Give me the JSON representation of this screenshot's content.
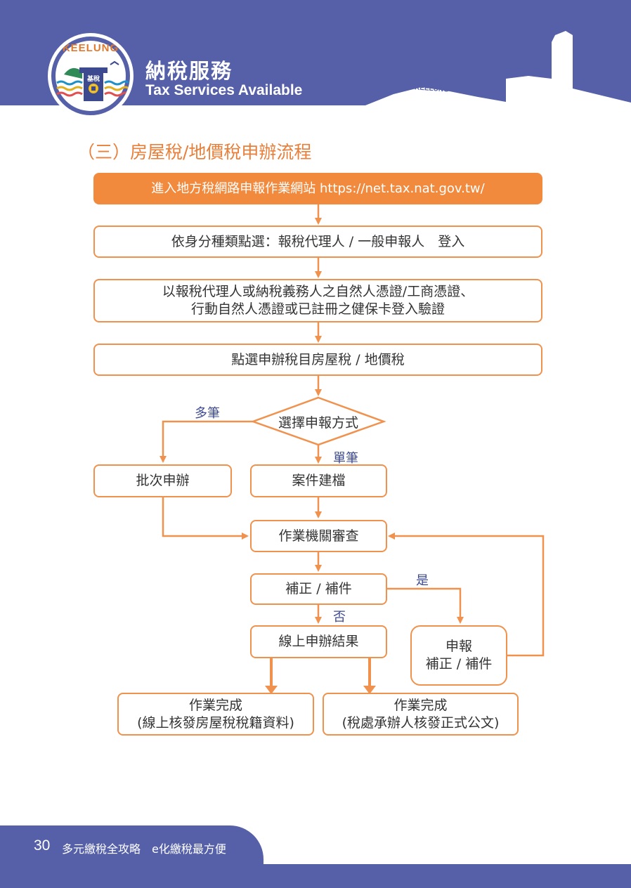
{
  "header": {
    "logo_text": "KEELUNG",
    "logo_badge": "基稅",
    "brand_zh": "納稅服務",
    "brand_en": "Tax Services Available",
    "skyline_label": "KEELUNG"
  },
  "section_title": "（三）房屋稅/地價稅申辦流程",
  "flow": {
    "step_enter": "進入地方稅網路申報作業網站 https://net.tax.nat.gov.tw/",
    "step_identity": "依身分種類點選：報稅代理人 / 一般申報人　登入",
    "step_verify": "以報稅代理人或納稅義務人之自然人憑證/工商憑證、\n行動自然人憑證或已註冊之健保卡登入驗證",
    "step_select_tax": "點選申辦稅目房屋稅 / 地價稅",
    "decision": "選擇申報方式",
    "label_multiple": "多筆",
    "label_single": "單筆",
    "step_batch": "批次申辦",
    "step_case": "案件建檔",
    "step_review": "作業機關審查",
    "step_supplement": "補正 / 補件",
    "label_yes": "是",
    "label_no": "否",
    "step_online_result": "線上申辦結果",
    "step_report_supplement": "申報\n補正 / 補件",
    "step_done_online": "作業完成\n(線上核發房屋稅稅籍資料)",
    "step_done_office": "作業完成\n(稅處承辦人核發正式公文)"
  },
  "footer": {
    "page_number": "30",
    "text": "多元繳稅全攻略　e化繳稅最方便"
  },
  "colors": {
    "brand_blue": "#5560a8",
    "accent_orange": "#f28a3e",
    "label_blue": "#3d4a8f"
  }
}
